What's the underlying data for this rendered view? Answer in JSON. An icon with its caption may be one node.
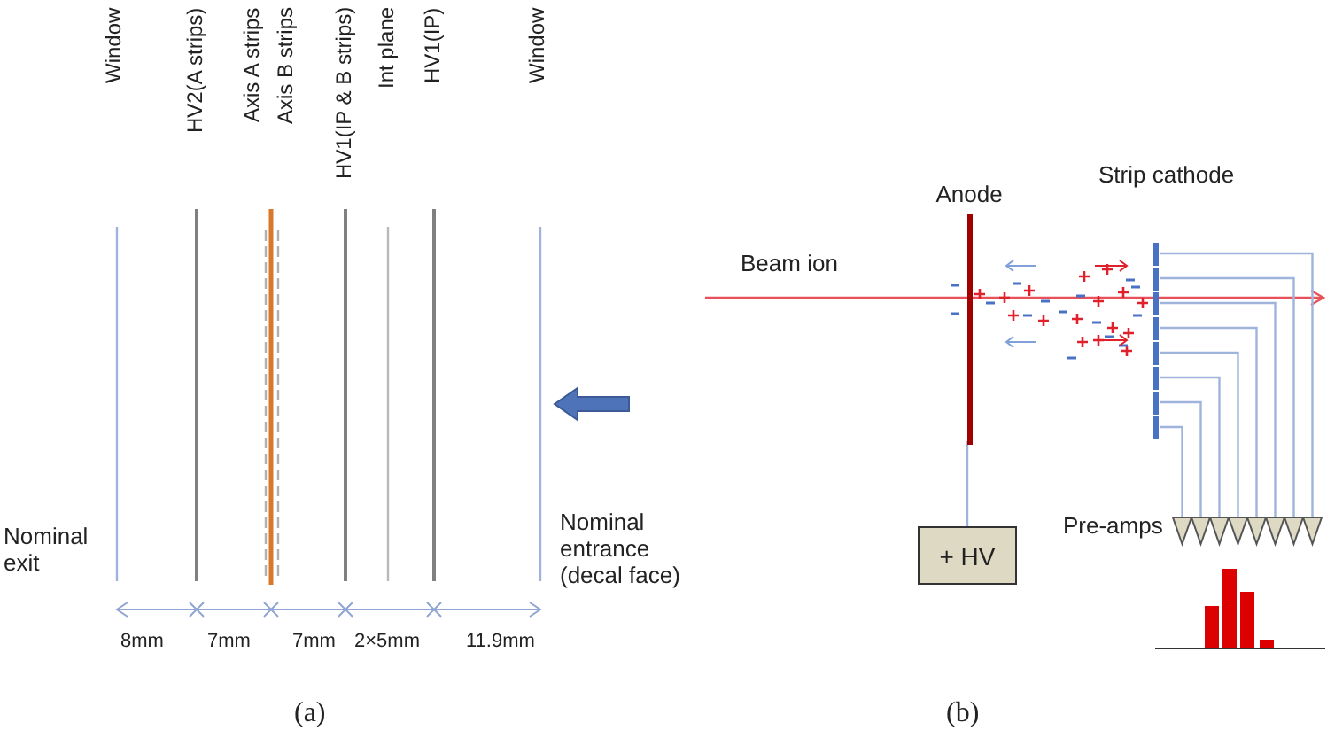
{
  "diagram": {
    "nodes": [
      {
        "text": [
          "Anode"
        ]
      },
      {
        "text": [],
        "shape": "bar"
      },
      {
        "text": [],
        "shape": "bar"
      },
      {
        "text": [],
        "shape": "bar"
      },
      {
        "text": [],
        "shape": "bar"
      },
      {
        "text": [],
        "shape": "bar"
      },
      {
        "text": [],
        "shape": "bar"
      },
      {
        "text": [],
        "shape": "bar"
      },
      {
        "text": [],
        "shape": "bar"
      },
      {
        "text": [
          "+ HV"
        ]
      },
      {
        "text": [],
        "shape": "triangle"
      },
      {
        "text": [],
        "shape": "triangle"
      },
      {
        "text": [],
        "shape": "triangle"
      },
      {
        "text": [],
        "shape": "triangle"
      },
      {
        "text": [],
        "shape": "triangle"
      },
      {
        "text": [],
        "shape": "triangle"
      },
      {
        "text": [],
        "shape": "triangle"
      },
      {
        "text": [],
        "shape": "triangle"
      }
    ],
    "edges": [
      {
        "from": 9,
        "to": 0,
        "arrow": "none"
      },
      {
        "from": 1,
        "to": 17,
        "arrow": "none"
      },
      {
        "from": 2,
        "to": 16,
        "arrow": "none"
      },
      {
        "from": 3,
        "to": 15,
        "arrow": "none"
      },
      {
        "from": 4,
        "to": 14,
        "arrow": "none"
      },
      {
        "from": 5,
        "to": 13,
        "arrow": "none"
      },
      {
        "from": 6,
        "to": 12,
        "arrow": "none"
      },
      {
        "from": 7,
        "to": 11,
        "arrow": "none"
      },
      {
        "from": 8,
        "to": 10,
        "arrow": "none"
      }
    ],
    "labels": [
      "Window",
      "HV2(A strips)",
      "Axis A strips",
      "Axis B strips",
      "HV1(IP & B strips)",
      "Int plane",
      "HV1(IP)",
      "Window",
      "Nominal exit",
      "Nominal entrance (decal face)",
      "8mm",
      "7mm",
      "7mm",
      "2×5mm",
      "11.9mm",
      "(a)",
      "Strip cathode",
      "Beam ion",
      "Pre-amps",
      "(b)"
    ]
  }
}
